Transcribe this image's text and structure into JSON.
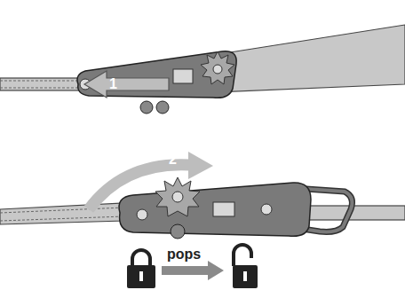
{
  "diagram": {
    "labels": [
      "1",
      "2",
      "pops"
    ]
  }
}
